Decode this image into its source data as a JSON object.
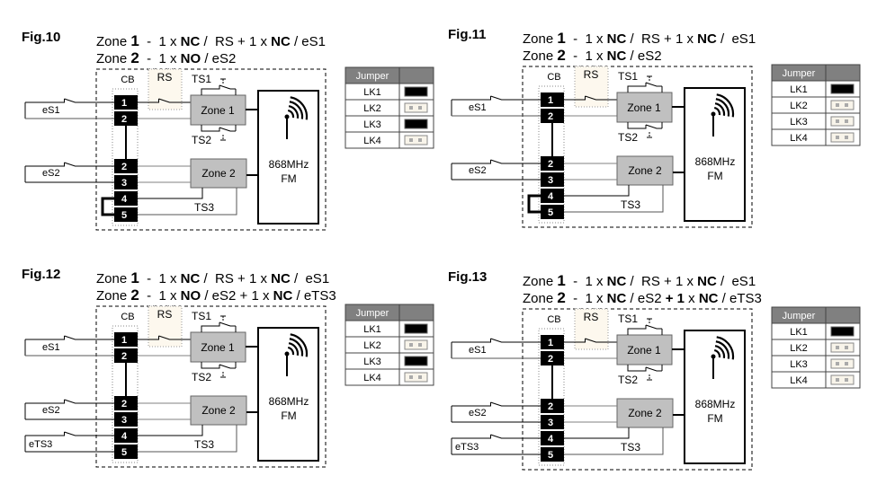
{
  "figures": [
    {
      "id": "fig10",
      "label": "Fig.10",
      "zone1": {
        "prefix": "Zone ",
        "num": "1",
        "rest": [
          [
            "  -  1 x ",
            false
          ],
          [
            "NC",
            true
          ],
          [
            " /  RS + 1 x ",
            false
          ],
          [
            "NC",
            true
          ],
          [
            " / eS1",
            false
          ]
        ]
      },
      "zone2": {
        "prefix": "Zone ",
        "num": "2",
        "rest": [
          [
            "  -  1 x ",
            false
          ],
          [
            "NO",
            true
          ],
          [
            " / eS2",
            false
          ]
        ]
      },
      "external_inputs": [
        "eS1",
        "eS2"
      ],
      "terminal_4_5_looped": true,
      "jumpers": [
        {
          "name": "LK1",
          "fitted": true
        },
        {
          "name": "LK2",
          "fitted": false
        },
        {
          "name": "LK3",
          "fitted": true
        },
        {
          "name": "LK4",
          "fitted": false
        }
      ]
    },
    {
      "id": "fig11",
      "label": "Fig.11",
      "zone1": {
        "prefix": "Zone ",
        "num": "1",
        "rest": [
          [
            "  -  1 x ",
            false
          ],
          [
            "NC",
            true
          ],
          [
            " /  RS + 1 x ",
            false
          ],
          [
            "NC",
            true
          ],
          [
            " /  eS1",
            false
          ]
        ]
      },
      "zone2": {
        "prefix": "Zone ",
        "num": "2",
        "rest": [
          [
            "  -  1 x ",
            false
          ],
          [
            "NC",
            true
          ],
          [
            " / eS2",
            false
          ]
        ]
      },
      "external_inputs": [
        "eS1",
        "eS2"
      ],
      "terminal_4_5_looped": true,
      "jumpers": [
        {
          "name": "LK1",
          "fitted": true
        },
        {
          "name": "LK2",
          "fitted": false
        },
        {
          "name": "LK3",
          "fitted": false
        },
        {
          "name": "LK4",
          "fitted": false
        }
      ]
    },
    {
      "id": "fig12",
      "label": "Fig.12",
      "zone1": {
        "prefix": "Zone ",
        "num": "1",
        "rest": [
          [
            "  -  1 x ",
            false
          ],
          [
            "NC",
            true
          ],
          [
            " /  RS + 1 x ",
            false
          ],
          [
            "NC",
            true
          ],
          [
            " /  eS1",
            false
          ]
        ]
      },
      "zone2": {
        "prefix": "Zone ",
        "num": "2",
        "rest": [
          [
            "  -  1 x ",
            false
          ],
          [
            "NO",
            true
          ],
          [
            " / eS2 + 1 x ",
            false
          ],
          [
            "NC",
            true
          ],
          [
            " / eTS3",
            false
          ]
        ]
      },
      "external_inputs": [
        "eS1",
        "eS2",
        "eTS3"
      ],
      "terminal_4_5_looped": false,
      "jumpers": [
        {
          "name": "LK1",
          "fitted": true
        },
        {
          "name": "LK2",
          "fitted": false
        },
        {
          "name": "LK3",
          "fitted": true
        },
        {
          "name": "LK4",
          "fitted": false
        }
      ]
    },
    {
      "id": "fig13",
      "label": "Fig.13",
      "zone1": {
        "prefix": "Zone ",
        "num": "1",
        "rest": [
          [
            "  -  1 x ",
            false
          ],
          [
            "NC",
            true
          ],
          [
            " /  RS + 1 x ",
            false
          ],
          [
            "NC",
            true
          ],
          [
            " /  eS1",
            false
          ]
        ]
      },
      "zone2": {
        "prefix": "Zone ",
        "num": "2",
        "rest": [
          [
            "  -  1 x ",
            false
          ],
          [
            "NC",
            true
          ],
          [
            " / eS2 ",
            false
          ],
          [
            "+ 1",
            true
          ],
          [
            " x ",
            false
          ],
          [
            "NC",
            true
          ],
          [
            " / eTS3",
            false
          ]
        ]
      },
      "external_inputs": [
        "eS1",
        "eS2",
        "eTS3"
      ],
      "terminal_4_5_looped": false,
      "jumpers": [
        {
          "name": "LK1",
          "fitted": true
        },
        {
          "name": "LK2",
          "fitted": false
        },
        {
          "name": "LK3",
          "fitted": false
        },
        {
          "name": "LK4",
          "fitted": false
        }
      ]
    }
  ],
  "common": {
    "cb_label": "CB",
    "rs_label": "RS",
    "ts1_label": "TS1",
    "ts2_label": "TS2",
    "ts3_label": "TS3",
    "zone1_box": "Zone 1",
    "zone2_box": "Zone 2",
    "radio_line1": "868MHz",
    "radio_line2": "FM",
    "jumper_header": "Jumper",
    "terminals": [
      "1",
      "2",
      "2",
      "3",
      "4",
      "5"
    ]
  },
  "colors": {
    "terminal": "#000000",
    "zone_box": "#c0c0c0",
    "rs_fill": "#fdf8ee",
    "jumper_header": "#808080",
    "jumper_open_fill": "#f8f4ea",
    "wire_grey": "#808080"
  }
}
